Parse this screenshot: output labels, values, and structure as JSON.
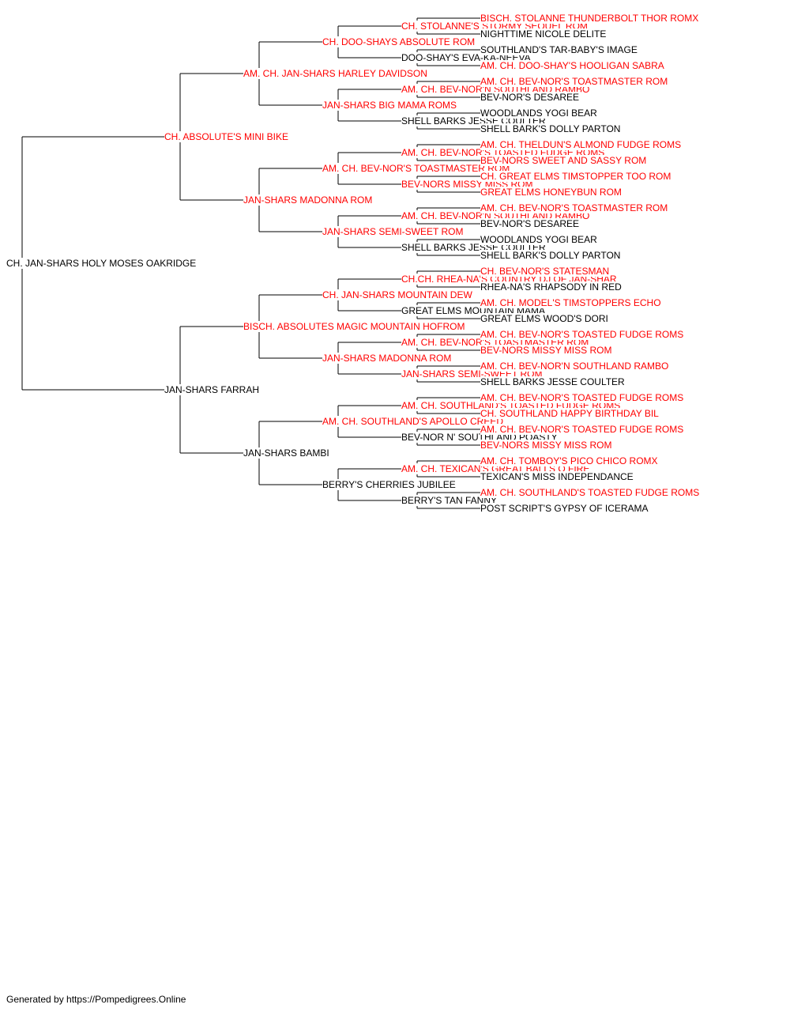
{
  "colors": {
    "champion": "#ff0000",
    "normal": "#000000",
    "line": "#000000"
  },
  "footer": "Generated by https://Pompedigrees.Online",
  "pedigree": {
    "name": "CH. JAN-SHARS HOLY MOSES OAKRIDGE",
    "highlight": false,
    "sire": {
      "name": "CH. ABSOLUTE'S MINI BIKE",
      "highlight": true,
      "sire": {
        "name": "AM. CH. JAN-SHARS HARLEY DAVIDSON",
        "highlight": true,
        "sire": {
          "name": "CH. DOO-SHAYS ABSOLUTE ROM",
          "highlight": true,
          "sire": {
            "name": "CH. STOLANNE'S STORMY SEQUEL ROM",
            "highlight": true,
            "sire": {
              "name": "BISCH. STOLANNE THUNDERBOLT THOR ROMX",
              "highlight": true
            },
            "dam": {
              "name": "NIGHTTIME NICOLE DELITE",
              "highlight": false
            }
          },
          "dam": {
            "name": "DOO-SHAY'S EVA-KA-NEEVA",
            "highlight": false,
            "sire": {
              "name": "SOUTHLAND'S TAR-BABY'S IMAGE",
              "highlight": false
            },
            "dam": {
              "name": "AM. CH. DOO-SHAY'S HOOLIGAN SABRA",
              "highlight": true
            }
          }
        },
        "dam": {
          "name": "JAN-SHARS BIG MAMA ROMS",
          "highlight": true,
          "sire": {
            "name": "AM. CH. BEV-NOR'N SOUTHLAND RAMBO",
            "highlight": true,
            "sire": {
              "name": "AM. CH. BEV-NOR'S TOASTMASTER ROM",
              "highlight": true
            },
            "dam": {
              "name": "BEV-NOR'S DESAREE",
              "highlight": false
            }
          },
          "dam": {
            "name": "SHELL BARKS JESSE COULTER",
            "highlight": false,
            "sire": {
              "name": "WOODLANDS YOGI BEAR",
              "highlight": false
            },
            "dam": {
              "name": "SHELL BARK'S DOLLY PARTON",
              "highlight": false
            }
          }
        }
      },
      "dam": {
        "name": "JAN-SHARS MADONNA ROM",
        "highlight": true,
        "sire": {
          "name": "AM. CH. BEV-NOR'S TOASTMASTER ROM",
          "highlight": true,
          "sire": {
            "name": "AM. CH. BEV-NOR'S TOASTED FUDGE ROMS",
            "highlight": true,
            "sire": {
              "name": "AM. CH. THELDUN'S ALMOND FUDGE ROMS",
              "highlight": true
            },
            "dam": {
              "name": "BEV-NORS SWEET AND SASSY ROM",
              "highlight": true
            }
          },
          "dam": {
            "name": "BEV-NORS MISSY MISS ROM",
            "highlight": true,
            "sire": {
              "name": "CH. GREAT ELMS TIMSTOPPER TOO ROM",
              "highlight": true
            },
            "dam": {
              "name": "GREAT ELMS HONEYBUN ROM",
              "highlight": true
            }
          }
        },
        "dam": {
          "name": "JAN-SHARS SEMI-SWEET ROM",
          "highlight": true,
          "sire": {
            "name": "AM. CH. BEV-NOR'N SOUTHLAND RAMBO",
            "highlight": true,
            "sire": {
              "name": "AM. CH. BEV-NOR'S TOASTMASTER ROM",
              "highlight": true
            },
            "dam": {
              "name": "BEV-NOR'S DESAREE",
              "highlight": false
            }
          },
          "dam": {
            "name": "SHELL BARKS JESSE COULTER",
            "highlight": false,
            "sire": {
              "name": "WOODLANDS YOGI BEAR",
              "highlight": false
            },
            "dam": {
              "name": "SHELL BARK'S DOLLY PARTON",
              "highlight": false
            }
          }
        }
      }
    },
    "dam": {
      "name": "JAN-SHARS FARRAH",
      "highlight": false,
      "sire": {
        "name": "BISCH. ABSOLUTES MAGIC MOUNTAIN HOFROM",
        "highlight": true,
        "sire": {
          "name": "CH. JAN-SHARS MOUNTAIN DEW",
          "highlight": true,
          "sire": {
            "name": "CH.CH. RHEA-NA'S COUNTRY DJ OF JAN-SHAR",
            "highlight": true,
            "sire": {
              "name": "CH. BEV-NOR'S STATESMAN",
              "highlight": true
            },
            "dam": {
              "name": "RHEA-NA'S RHAPSODY IN RED",
              "highlight": false
            }
          },
          "dam": {
            "name": "GREAT ELMS MOUNTAIN MAMA",
            "highlight": false,
            "sire": {
              "name": "AM. CH. MODEL'S TIMSTOPPERS ECHO",
              "highlight": true
            },
            "dam": {
              "name": "GREAT ELMS WOOD'S DORI",
              "highlight": false
            }
          }
        },
        "dam": {
          "name": "JAN-SHARS MADONNA ROM",
          "highlight": true,
          "sire": {
            "name": "AM. CH. BEV-NOR'S TOASTMASTER ROM",
            "highlight": true,
            "sire": {
              "name": "AM. CH. BEV-NOR'S TOASTED FUDGE ROMS",
              "highlight": true
            },
            "dam": {
              "name": "BEV-NORS MISSY MISS ROM",
              "highlight": true
            }
          },
          "dam": {
            "name": "JAN-SHARS SEMI-SWEET ROM",
            "highlight": true,
            "sire": {
              "name": "AM. CH. BEV-NOR'N SOUTHLAND RAMBO",
              "highlight": true
            },
            "dam": {
              "name": "SHELL BARKS JESSE COULTER",
              "highlight": false
            }
          }
        }
      },
      "dam": {
        "name": "JAN-SHARS BAMBI",
        "highlight": false,
        "sire": {
          "name": "AM. CH. SOUTHLAND'S APOLLO CREED",
          "highlight": true,
          "sire": {
            "name": "AM. CH. SOUTHLAND'S TOASTED FUDGE ROMS",
            "highlight": true,
            "sire": {
              "name": "AM. CH. BEV-NOR'S TOASTED FUDGE ROMS",
              "highlight": true
            },
            "dam": {
              "name": "CH. SOUTHLAND HAPPY BIRTHDAY BIL",
              "highlight": true
            }
          },
          "dam": {
            "name": "BEV-NOR N' SOUTHLAND POASTY",
            "highlight": false,
            "sire": {
              "name": "AM. CH. BEV-NOR'S TOASTED FUDGE ROMS",
              "highlight": true
            },
            "dam": {
              "name": "BEV-NORS MISSY MISS ROM",
              "highlight": true
            }
          }
        },
        "dam": {
          "name": "BERRY'S CHERRIES JUBILEE",
          "highlight": false,
          "sire": {
            "name": "AM. CH. TEXICAN'S GREAT BALLS O FIRE",
            "highlight": true,
            "sire": {
              "name": "AM. CH. TOMBOY'S PICO CHICO ROMX",
              "highlight": true
            },
            "dam": {
              "name": "TEXICAN'S MISS INDEPENDANCE",
              "highlight": false
            }
          },
          "dam": {
            "name": "BERRY'S TAN FANNY",
            "highlight": false,
            "sire": {
              "name": "AM. CH. SOUTHLAND'S TOASTED FUDGE ROMS",
              "highlight": true
            },
            "dam": {
              "name": "POST SCRIPT'S GYPSY OF ICERAMA",
              "highlight": false
            }
          }
        }
      }
    }
  }
}
